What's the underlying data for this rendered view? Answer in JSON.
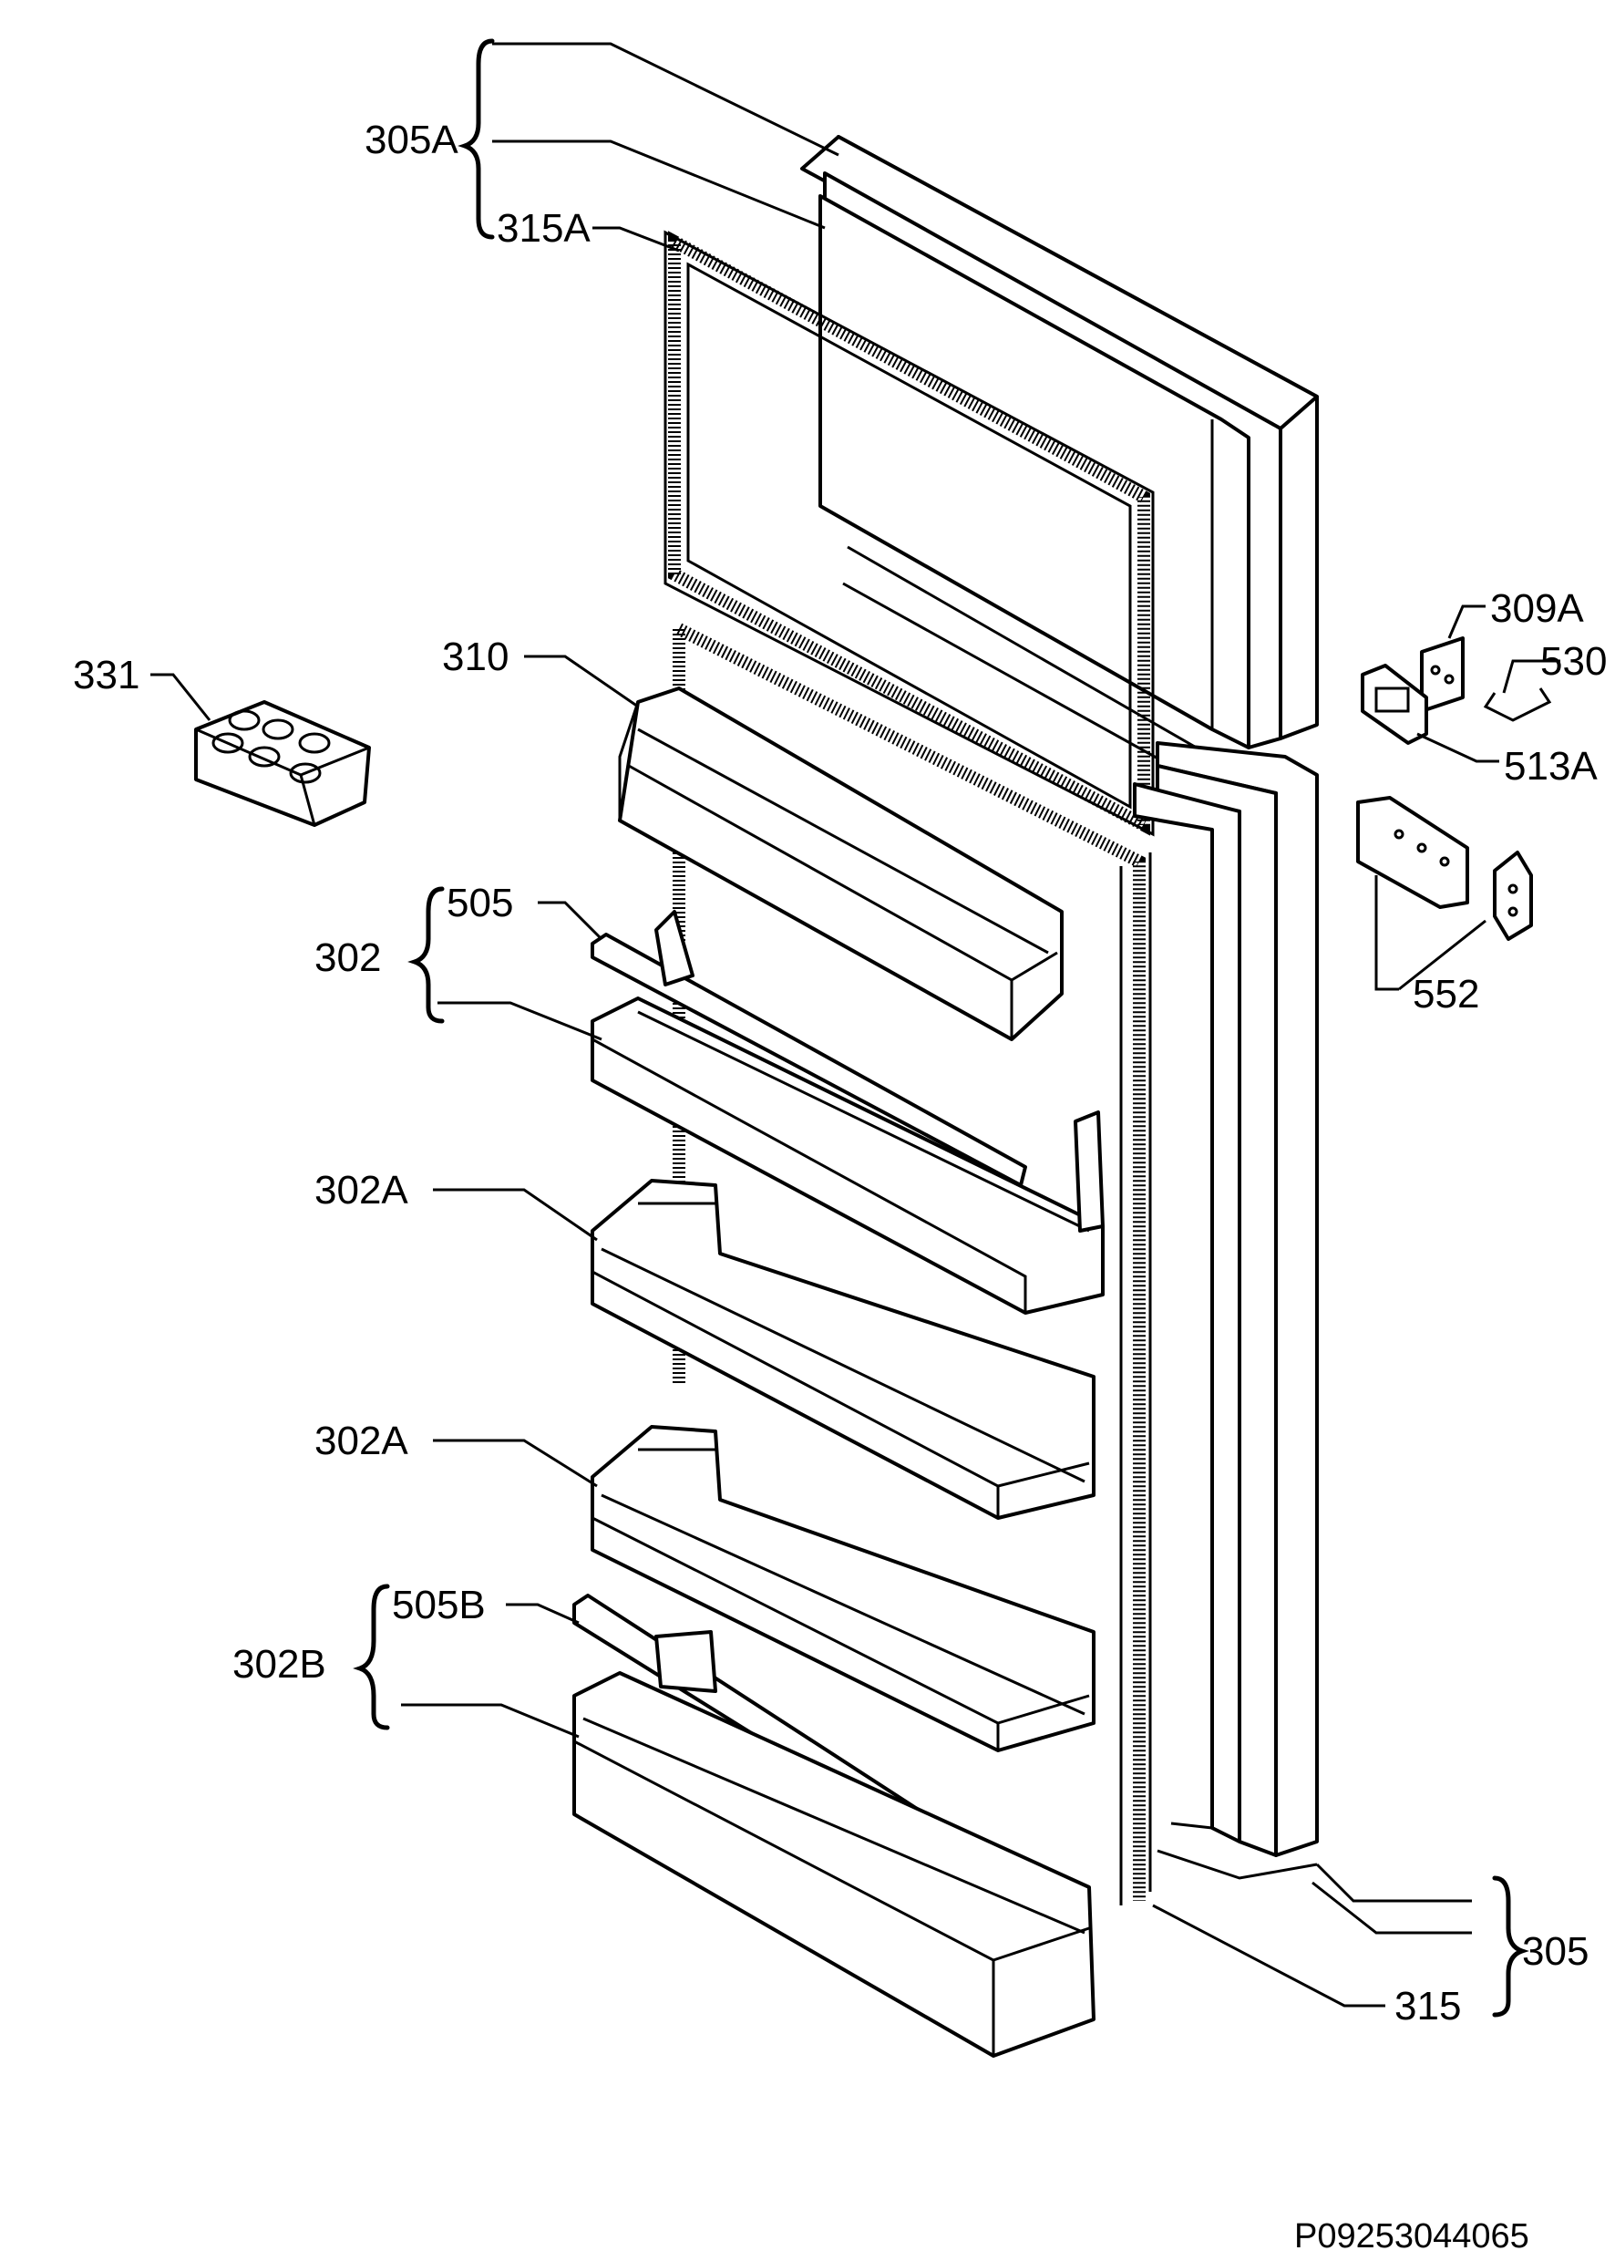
{
  "labels": {
    "l305A": "305A",
    "l315A": "315A",
    "l331": "331",
    "l310": "310",
    "l302": "302",
    "l505": "505",
    "l302A_1": "302A",
    "l302A_2": "302A",
    "l302B": "302B",
    "l505B": "505B",
    "l309A": "309A",
    "l530": "530",
    "l513A": "513A",
    "l552": "552",
    "l305": "305",
    "l315": "315"
  },
  "footer": {
    "code": "P09253044065"
  }
}
